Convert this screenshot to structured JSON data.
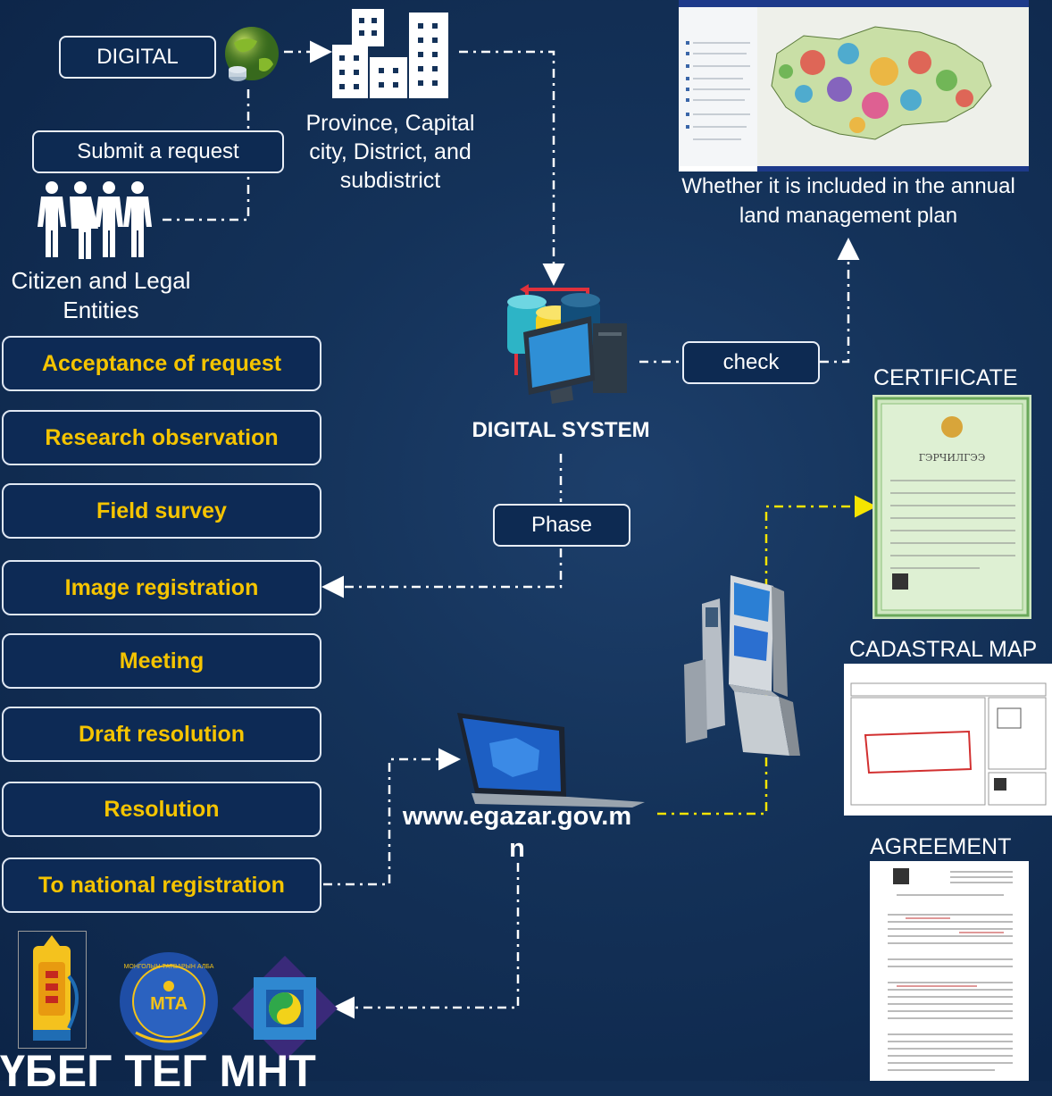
{
  "pills": {
    "digital": "DIGITAL",
    "submit": "Submit a request",
    "check": "check",
    "phase": "Phase"
  },
  "labels": {
    "province": "Province, Capital city, District, and subdistrict",
    "citizen": "Citizen and Legal Entities",
    "plan": "Whether it is included in the annual land management plan",
    "digital_system": "DIGITAL SYSTEM",
    "website": "www.egazar.gov.mn"
  },
  "steps": [
    "Acceptance of request",
    "Research observation",
    "Field survey",
    "Image registration",
    "Meeting",
    "Draft resolution",
    "Resolution",
    "To national registration"
  ],
  "documents": {
    "certificate": "CERTIFICATE",
    "certificate_heading": "ГЭРЧИЛГЭЭ",
    "cadastral": "CADASTRAL MAP",
    "agreement": "AGREEMENT"
  },
  "logos": {
    "mta_text": "МОНГОЛЫН ТАТВАРЫН АЛБА",
    "mta_abbr": "MTA",
    "bottom_text": "ҮБЕГ ТЕГ МНТ"
  },
  "colors": {
    "accent": "#f5c400",
    "connector": "#ffffff",
    "yellow_connector": "#f5e400",
    "background": "#143259"
  }
}
